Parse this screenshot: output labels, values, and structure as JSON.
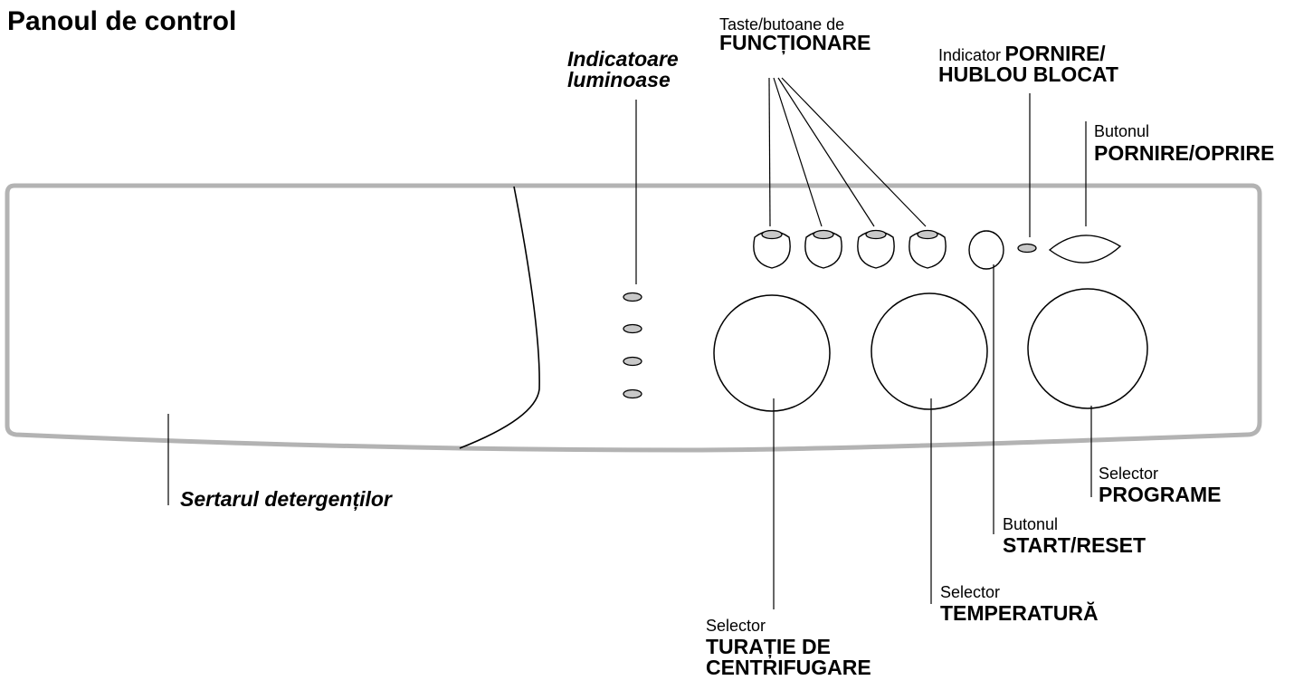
{
  "title": "Panoul de control",
  "labels": {
    "indicator_lights": {
      "line1": "Indicatoare",
      "line2": "luminoase"
    },
    "function_keys": {
      "small": "Taste/butoane de",
      "big": "FUNCȚIONARE"
    },
    "start_indicator": {
      "small": "Indicator",
      "big1": "PORNIRE/",
      "big2": "HUBLOU BLOCAT"
    },
    "power_button": {
      "small": "Butonul",
      "big": "PORNIRE/OPRIRE"
    },
    "detergent_drawer": {
      "text": "Sertarul detergenților"
    },
    "spin_selector": {
      "small": "Selector",
      "big1": "TURAȚIE DE",
      "big2": "CENTRIFUGARE"
    },
    "temperature_selector": {
      "small": "Selector",
      "big": "TEMPERATURĂ"
    },
    "start_reset_button": {
      "small": "Butonul",
      "big": "START/RESET"
    },
    "program_selector": {
      "small": "Selector",
      "big": "PROGRAME"
    }
  },
  "colors": {
    "panel_outline": "#b3b3b3",
    "line": "#000000",
    "led_fill": "#c8c8c8",
    "background": "#ffffff"
  }
}
